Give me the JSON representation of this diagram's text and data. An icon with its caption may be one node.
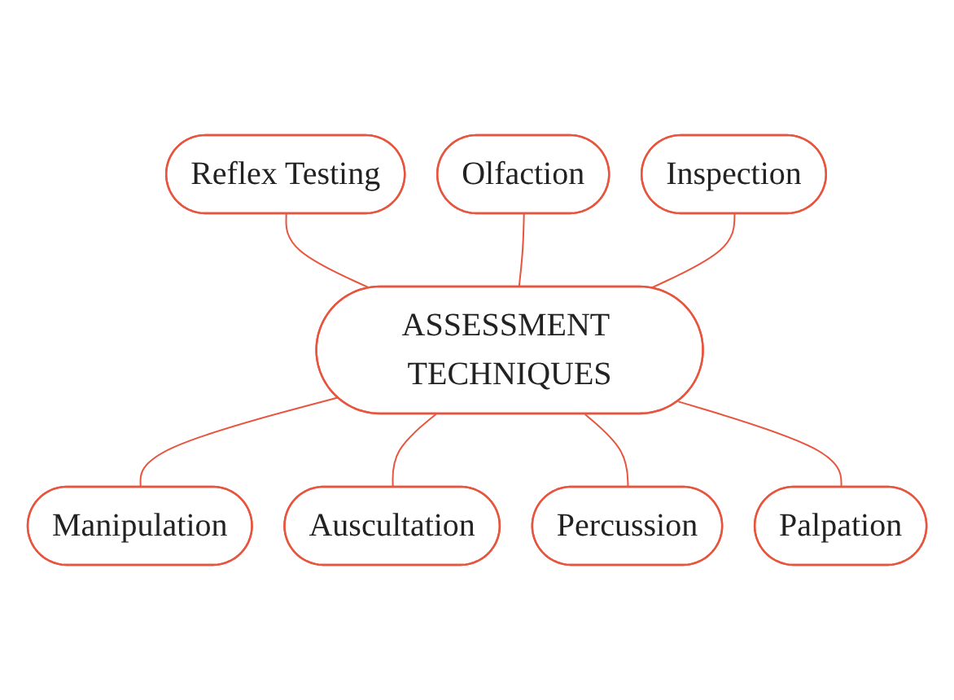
{
  "diagram": {
    "nodes": [
      {
        "text": [
          "Olfaction"
        ]
      },
      {
        "text": [
          "Reflex Testing"
        ]
      },
      {
        "text": [
          "Inspection"
        ]
      },
      {
        "text": [
          "ASSESSMENT TECHNIQUES"
        ]
      },
      {
        "text": [
          "Manipulation"
        ]
      },
      {
        "text": [
          "Palpation"
        ]
      },
      {
        "text": [
          "Auscultation"
        ]
      },
      {
        "text": [
          "Percussion"
        ]
      }
    ],
    "edges": [
      {
        "from": 1,
        "to": 3,
        "arrow": "none"
      },
      {
        "from": 0,
        "to": 3,
        "arrow": "none"
      },
      {
        "from": 2,
        "to": 3,
        "arrow": "none"
      },
      {
        "from": 3,
        "to": 4,
        "arrow": "none"
      },
      {
        "from": 3,
        "to": 6,
        "arrow": "none"
      },
      {
        "from": 3,
        "to": 7,
        "arrow": "none"
      },
      {
        "from": 3,
        "to": 5,
        "arrow": "none"
      }
    ]
  }
}
